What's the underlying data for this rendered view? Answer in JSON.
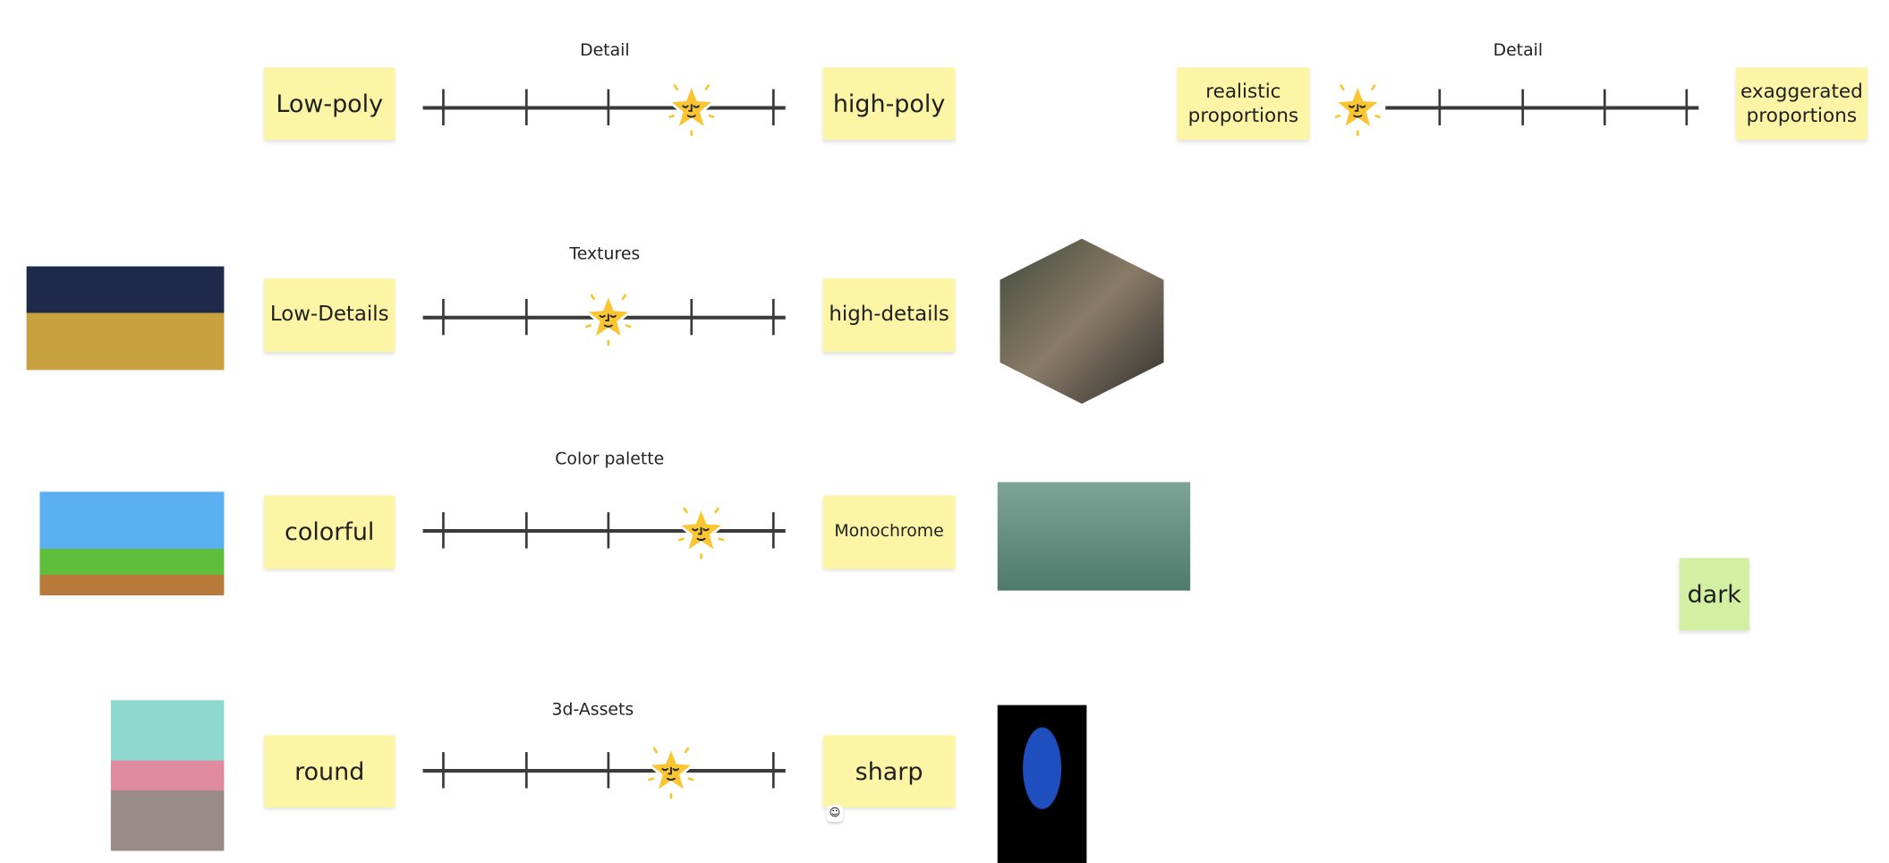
{
  "colors": {
    "sticky_yellow": "#fdf5a6",
    "sticky_green": "#d3f0a2",
    "star": "#f9c632",
    "line": "#3a3a3a"
  },
  "scales": [
    {
      "title": "Detail",
      "left": "Low-poly",
      "right": "high-poly",
      "value": 0.75
    },
    {
      "title": "Detail",
      "left": "realistic proportions",
      "right": "exaggerated proportions",
      "value": 0
    },
    {
      "title": "Textures",
      "left": "Low-Details",
      "right": "high-details",
      "value": 0.5
    },
    {
      "title": "Color palette",
      "left": "colorful",
      "right": "Monochrome",
      "value": 0.78
    },
    {
      "title": "3d-Assets",
      "left": "round",
      "right": "sharp",
      "value": 0.69
    }
  ],
  "extra_sticky": "dark",
  "reaction_icon": "smiley-reaction-icon"
}
